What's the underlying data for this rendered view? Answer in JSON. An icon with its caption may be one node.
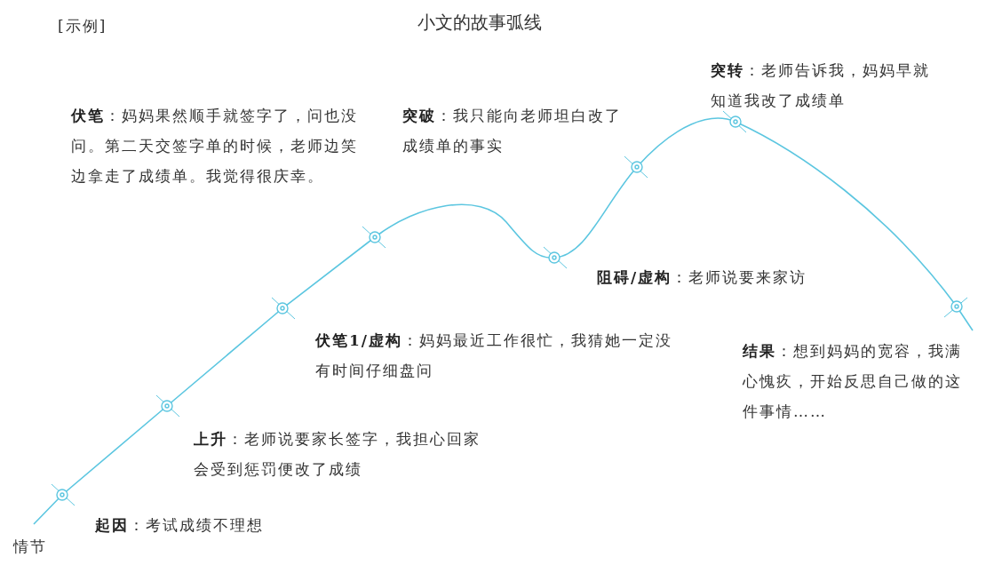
{
  "diagram": {
    "title": "小文的故事弧线",
    "labels": [
      "[示例]",
      "**突转**：老师告诉我，妈妈早就知道我改了成绩单",
      "**伏笔**：妈妈果然顺手就签字了，问也没问。第二天交签字单的时候，老师边笑边拿走了成绩单。我觉得很庆幸。",
      "**突破**：我只能向老师坦白改了成绩单的事实",
      "**阻碍/虚构**：老师说要来家访",
      "**伏笔1/虚构**：妈妈最近工作很忙，我猜她一定没有时间仔细盘问",
      "**结果**：想到妈妈的宽容，我满心愧疚，开始反思自己做的这件事情……",
      "**上升**：老师说要家长签字，我担心回家会受到惩罚便改了成绩",
      "**起因**：考试成绩不理想",
      "情节"
    ]
  }
}
